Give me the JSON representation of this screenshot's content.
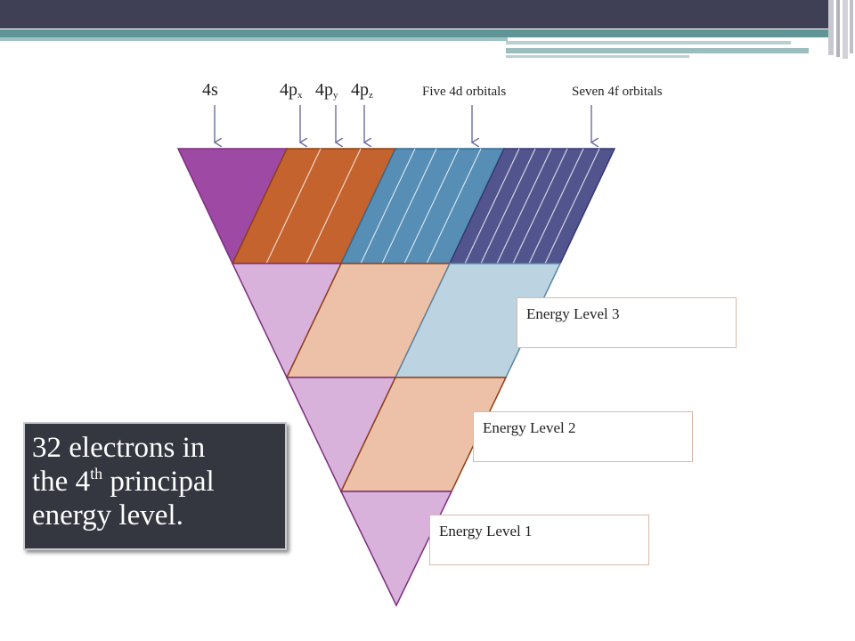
{
  "colors": {
    "header_dark": "#3f3f55",
    "header_teal": "#5f9596",
    "s_sublevel": "#9e4aa4",
    "p_sublevel": "#c4632d",
    "d_sublevel": "#568eb5",
    "f_sublevel": "#52548e",
    "s_light": "#d9b2db",
    "p_light": "#edc1a8",
    "d_light": "#bcd4e2",
    "caption_bg": "#34373f"
  },
  "orbital_labels": {
    "s4": "4s",
    "p4_prefix": "4p",
    "px_sub": "x",
    "py_sub": "y",
    "pz_sub": "z",
    "d4": "Five 4d orbitals",
    "f4": "Seven 4f orbitals"
  },
  "energy_levels": {
    "level3": "Energy Level 3",
    "level2": "Energy Level 2",
    "level1": "Energy Level 1"
  },
  "caption": {
    "line1": "32 electrons in",
    "line2_pre": "the 4",
    "line2_sup": "th",
    "line2_post": " principal",
    "line3": "energy level."
  },
  "diagram_elements": [
    "arrow-4s",
    "arrow-4px",
    "arrow-4py",
    "arrow-4pz",
    "arrow-4d",
    "arrow-4f"
  ]
}
